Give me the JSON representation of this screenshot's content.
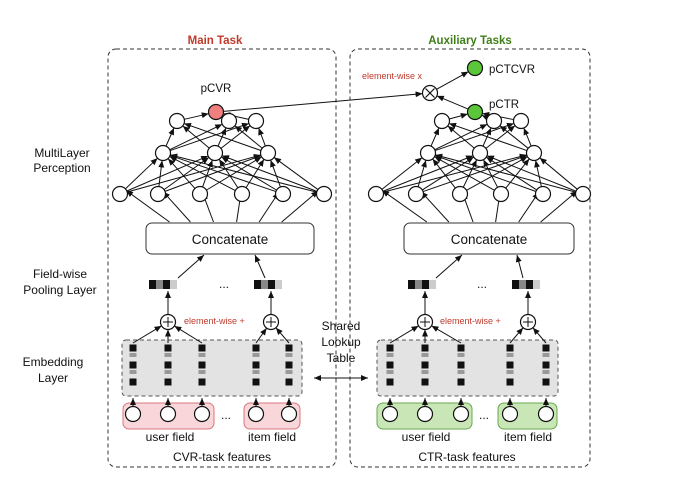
{
  "main_task": {
    "title": "Main Task",
    "output_label": "pCVR",
    "concat_label": "Concatenate",
    "ellipsis": "...",
    "elementwise_plus_label": "element-wise +",
    "user_field_label": "user field",
    "item_field_label": "item field",
    "features_label": "CVR-task features",
    "colors": {
      "output_node": "#f08080",
      "field_box": "#f9d6d9",
      "field_box_border": "#d9777e"
    }
  },
  "aux_tasks": {
    "title": "Auxiliary Tasks",
    "output_label": "pCTR",
    "product_label": "pCTCVR",
    "elementwise_x_label": "element-wise x",
    "concat_label": "Concatenate",
    "ellipsis": "...",
    "elementwise_plus_label": "element-wise +",
    "user_field_label": "user field",
    "item_field_label": "item field",
    "features_label": "CTR-task features",
    "colors": {
      "output_node": "#5cc63a",
      "field_box": "#c9e6b6",
      "field_box_border": "#6aa84f"
    }
  },
  "left_labels": {
    "mlp": [
      "MultiLayer",
      "Perception"
    ],
    "pooling": [
      "Field-wise",
      "Pooling Layer"
    ],
    "embedding": [
      "Embedding",
      "Layer"
    ]
  },
  "shared": {
    "lookup_label": [
      "Shared",
      "Lookup",
      "Table"
    ]
  }
}
